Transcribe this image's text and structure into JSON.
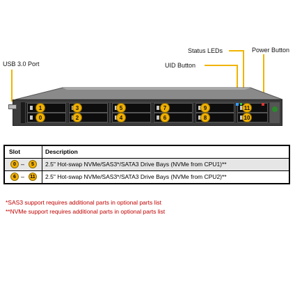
{
  "callouts": {
    "usb": "USB 3.0 Port",
    "status_leds": "Status LEDs",
    "power_button": "Power Button",
    "uid_button": "UID Button"
  },
  "bays": {
    "top": [
      "1",
      "3",
      "5",
      "7",
      "9",
      "11"
    ],
    "bottom": [
      "0",
      "2",
      "4",
      "6",
      "8",
      "10"
    ]
  },
  "table": {
    "headers": {
      "slot": "Slot",
      "description": "Description"
    },
    "rows": [
      {
        "slot_start": "0",
        "dash": "–",
        "slot_end": "5",
        "description": "2.5\" Hot-swap NVMe/SAS3*/SATA3 Drive Bays (NVMe from CPU1)**"
      },
      {
        "slot_start": "6",
        "dash": "–",
        "slot_end": "11",
        "description": "2.5\" Hot-swap NVMe/SAS3*/SATA3 Drive Bays (NVMe from CPU2)**"
      }
    ]
  },
  "notes": [
    "*SAS3 support requires additional parts in optional parts list",
    "**NVMe support requires additional parts in optional parts list"
  ],
  "colors": {
    "callout": "#f0b400",
    "note": "#c00000"
  }
}
